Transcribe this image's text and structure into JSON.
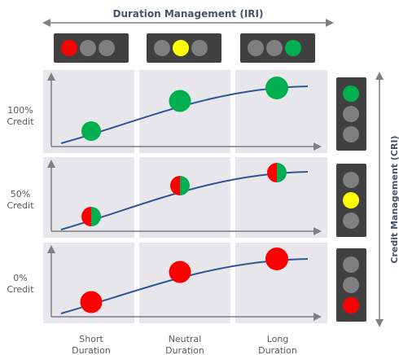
{
  "titles": {
    "top": "Duration Management (IRI)",
    "side": "Credit Management (CRI)"
  },
  "row_labels": [
    {
      "line1": "100%",
      "line2": "Credit"
    },
    {
      "line1": "50%",
      "line2": "Credit"
    },
    {
      "line1": "0%",
      "line2": "Credit"
    }
  ],
  "column_labels": [
    {
      "line1": "Short",
      "line2": "Duration"
    },
    {
      "line1": "Neutral",
      "line2": "Duration"
    },
    {
      "line1": "Long",
      "line2": "Duration"
    }
  ],
  "colors": {
    "red": "#FF0000",
    "yellow": "#FFFF00",
    "green": "#00B050",
    "light_off": "#7F7F7F",
    "housing": "#404040",
    "panel": "#E7E7EB",
    "curve": "#2F5597",
    "axis": "#7F7F7F",
    "title": "#44546A"
  },
  "top_lights": [
    {
      "active": "red"
    },
    {
      "active": "yellow"
    },
    {
      "active": "green"
    }
  ],
  "side_lights": [
    {
      "active": "green"
    },
    {
      "active": "yellow"
    },
    {
      "active": "red"
    }
  ],
  "row_markers": [
    {
      "style": "green"
    },
    {
      "style": "split"
    },
    {
      "style": "red"
    }
  ]
}
